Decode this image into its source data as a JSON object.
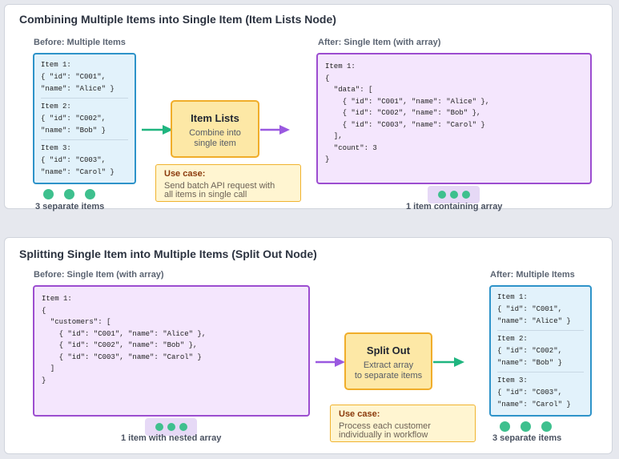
{
  "top": {
    "title": "Combining Multiple Items into Single Item (Item Lists Node)",
    "before_label": "Before: Multiple Items",
    "after_label": "After: Single Item (with array)",
    "before_items": [
      {
        "label": "Item 1:",
        "line1": "{ \"id\": \"C001\",",
        "line2": "\"name\": \"Alice\" }"
      },
      {
        "label": "Item 2:",
        "line1": "{ \"id\": \"C002\",",
        "line2": "\"name\": \"Bob\" }"
      },
      {
        "label": "Item 3:",
        "line1": "{ \"id\": \"C003\",",
        "line2": "\"name\": \"Carol\" }"
      }
    ],
    "after_code": "Item 1:\n{\n  \"data\": [\n    { \"id\": \"C001\", \"name\": \"Alice\" },\n    { \"id\": \"C002\", \"name\": \"Bob\" },\n    { \"id\": \"C003\", \"name\": \"Carol\" }\n  ],\n  \"count\": 3\n}",
    "node": {
      "title": "Item Lists",
      "subtitle_line1": "Combine into",
      "subtitle_line2": "single item"
    },
    "usecase": {
      "title": "Use case:",
      "line1": "Send batch API request with",
      "line2": "all items in single call"
    },
    "caption_left": "3 separate items",
    "caption_right": "1 item containing array"
  },
  "bottom": {
    "title": "Splitting Single Item into Multiple Items (Split Out Node)",
    "before_label": "Before: Single Item (with array)",
    "after_label": "After: Multiple Items",
    "before_code": "Item 1:\n{\n  \"customers\": [\n    { \"id\": \"C001\", \"name\": \"Alice\" },\n    { \"id\": \"C002\", \"name\": \"Bob\" },\n    { \"id\": \"C003\", \"name\": \"Carol\" }\n  ]\n}",
    "after_items": [
      {
        "label": "Item 1:",
        "line1": "{ \"id\": \"C001\",",
        "line2": "\"name\": \"Alice\" }"
      },
      {
        "label": "Item 2:",
        "line1": "{ \"id\": \"C002\",",
        "line2": "\"name\": \"Bob\" }"
      },
      {
        "label": "Item 3:",
        "line1": "{ \"id\": \"C003\",",
        "line2": "\"name\": \"Carol\" }"
      }
    ],
    "node": {
      "title": "Split Out",
      "subtitle_line1": "Extract array",
      "subtitle_line2": "to separate items"
    },
    "usecase": {
      "title": "Use case:",
      "line1": "Process each customer",
      "line2": "individually in workflow"
    },
    "caption_left": "1 item with nested array",
    "caption_right": "3 separate items"
  },
  "colors": {
    "green_arrow": "#1fb57f",
    "purple_arrow": "#9a59e0",
    "node_fill": "#fde8a6",
    "blue_box": "#e2f2fb",
    "purple_box": "#f4e6fd"
  }
}
